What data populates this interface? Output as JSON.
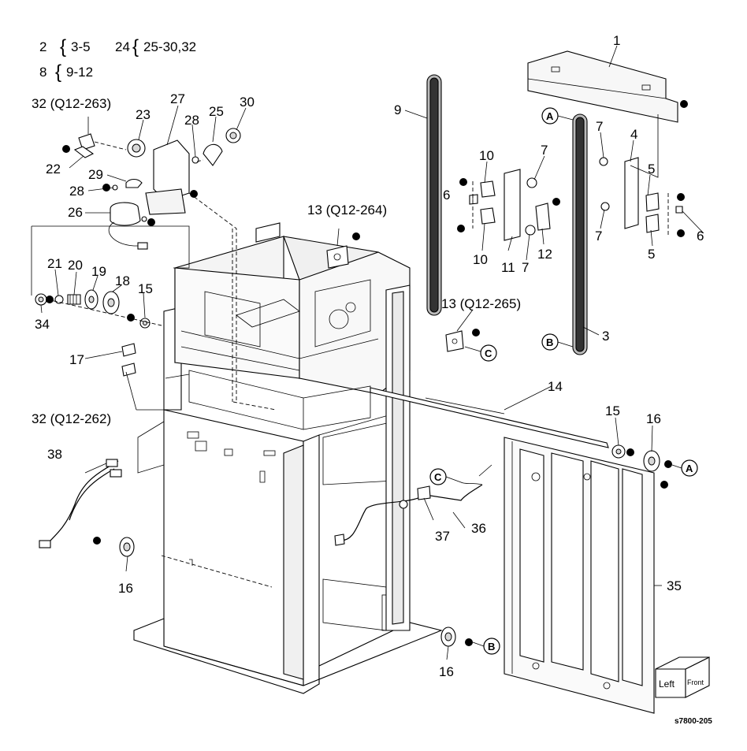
{
  "legend": [
    {
      "item": "2",
      "range": "3-5"
    },
    {
      "item": "24",
      "range": "25-30,32"
    },
    {
      "item": "8",
      "range": "9-12"
    }
  ],
  "callouts": {
    "c1": "1",
    "c3": "3",
    "c4": "4",
    "c5a": "5",
    "c5b": "5",
    "c6a": "6",
    "c6b": "6",
    "c7a": "7",
    "c7b": "7",
    "c7c": "7",
    "c7d": "7",
    "c9": "9",
    "c10a": "10",
    "c10b": "10",
    "c11": "11",
    "c12": "12",
    "c13a": "13 (Q12-264)",
    "c13b": "13 (Q12-265)",
    "c14": "14",
    "c15a": "15",
    "c15b": "15",
    "c16a": "16",
    "c16b": "16",
    "c16c": "16",
    "c17": "17",
    "c18": "18",
    "c19": "19",
    "c20": "20",
    "c21": "21",
    "c22": "22",
    "c23": "23",
    "c25": "25",
    "c26": "26",
    "c27": "27",
    "c28a": "28",
    "c28b": "28",
    "c29": "29",
    "c30": "30",
    "c32a": "32 (Q12-263)",
    "c32b": "32 (Q12-262)",
    "c34": "34",
    "c35": "35",
    "c36": "36",
    "c37": "37",
    "c38": "38"
  },
  "refs": {
    "a1": "A",
    "a2": "A",
    "b1": "B",
    "b2": "B",
    "c1": "C",
    "c2": "C"
  },
  "orientation_cube": {
    "left": "Left",
    "front": "Front"
  },
  "figure_id": "s7800-205"
}
